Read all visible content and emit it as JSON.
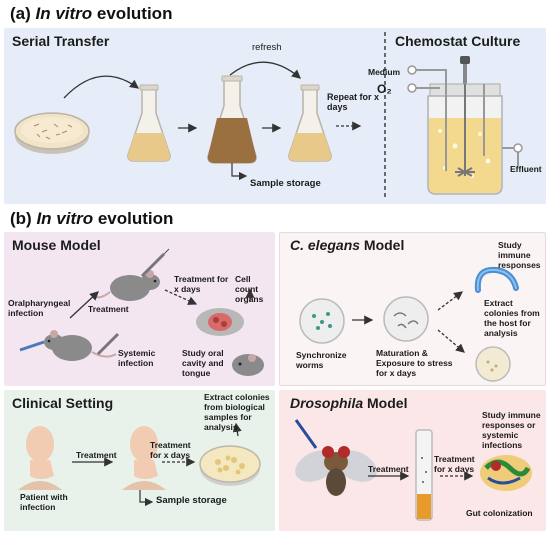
{
  "section_a": {
    "title_prefix": "(a) ",
    "title_italic": "In vitro",
    "title_suffix": " evolution",
    "serial_transfer": {
      "title": "Serial Transfer",
      "refresh": "refresh",
      "repeat": "Repeat for x days",
      "sample_storage": "Sample storage"
    },
    "chemostat": {
      "title": "Chemostat Culture",
      "medium": "Medium",
      "o2": "O₂",
      "effluent": "Effluent"
    }
  },
  "section_b": {
    "title_prefix": "(b) ",
    "title_italic": "In vitro",
    "title_suffix": " evolution",
    "mouse": {
      "title": "Mouse Model",
      "oral_infection": "Oralpharyngeal infection",
      "treatment": "Treatment",
      "systemic": "Systemic infection",
      "treatment_days": "Treatment for x days",
      "cell_count": "Cell count organs",
      "study_oral": "Study oral cavity and tongue"
    },
    "celegans": {
      "title_italic": "C. elegans",
      "title_suffix": " Model",
      "study_immune": "Study immune responses",
      "extract": "Extract colonies from the host for analysis",
      "synchronize": "Synchronize worms",
      "maturation": "Maturation & Exposure to stress for x days"
    },
    "clinical": {
      "title": "Clinical Setting",
      "extract": "Extract colonies from biological samples for analysis",
      "treatment": "Treatment",
      "treatment_days": "Treatment for x days",
      "patient": "Patient with infection",
      "sample_storage": "Sample storage"
    },
    "drosophila": {
      "title_italic": "Drosophila",
      "title_suffix": " Model",
      "study_immune": "Study immune responses or systemic infections",
      "treatment": "Treatment",
      "treatment_days": "Treatment for x days",
      "gut": "Gut colonization"
    }
  },
  "colors": {
    "panel_a": "#e6edf8",
    "mouse_bg": "#f3e6f0",
    "celegans_bg": "#fbf4f4",
    "clinical_bg": "#e8f2ea",
    "drosophila_bg": "#fbe6e8",
    "broth": "#e9c98a",
    "dark_broth": "#9a7040"
  }
}
